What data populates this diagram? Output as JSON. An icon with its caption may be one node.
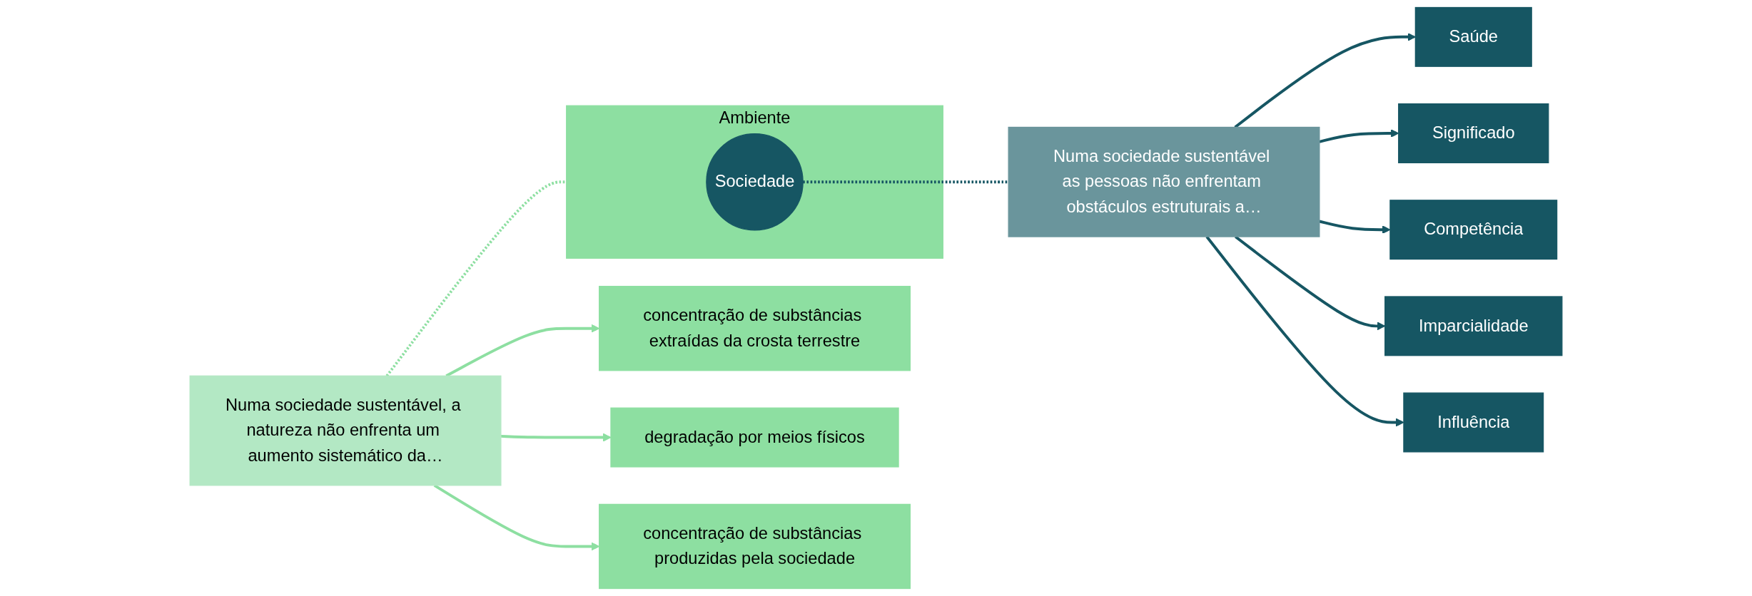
{
  "diagram": {
    "nodes": [
      {
        "text": [
          "Numa sociedade sustentável, a natureza não enfrenta um aumento sistemático da…"
        ]
      },
      {
        "text": [
          "concentração de substâncias extraídas da crosta terrestre"
        ]
      },
      {
        "text": [
          "degradação por meios físicos"
        ]
      },
      {
        "text": [
          "concentração de substâncias produzidas pela sociedade"
        ]
      },
      {
        "text": [
          "Ambiente"
        ]
      },
      {
        "text": [
          "Sociedade"
        ],
        "in": 4
      },
      {
        "text": [
          "Numa sociedade sustentável as pessoas não enfrentam obstáculos estruturais a…"
        ]
      },
      {
        "text": [
          "Significado"
        ]
      },
      {
        "text": [
          "Imparcialidade"
        ]
      },
      {
        "text": [
          "Saúde"
        ]
      },
      {
        "text": [
          "Competência"
        ]
      },
      {
        "text": [
          "Influência"
        ]
      }
    ],
    "edges": [
      {
        "from": 0,
        "to": 1,
        "arrow": "to",
        "color": "#8ddfa1"
      },
      {
        "from": 0,
        "to": 3,
        "arrow": "to",
        "color": "#8ddfa1"
      },
      {
        "from": 0,
        "to": 2,
        "arrow": "to",
        "color": "#8ddfa1"
      },
      {
        "from": 0,
        "to": 4,
        "arrow": "none",
        "style": "dashed",
        "color": "#8ddfa1"
      },
      {
        "from": 5,
        "to": 6,
        "arrow": "none",
        "style": "dashed"
      },
      {
        "from": 6,
        "to": 9,
        "arrow": "to"
      },
      {
        "from": 6,
        "to": 7,
        "arrow": "to"
      },
      {
        "from": 6,
        "to": 10,
        "arrow": "to"
      },
      {
        "from": 6,
        "to": 8,
        "arrow": "to"
      },
      {
        "from": 6,
        "to": 11,
        "arrow": "to"
      }
    ]
  }
}
